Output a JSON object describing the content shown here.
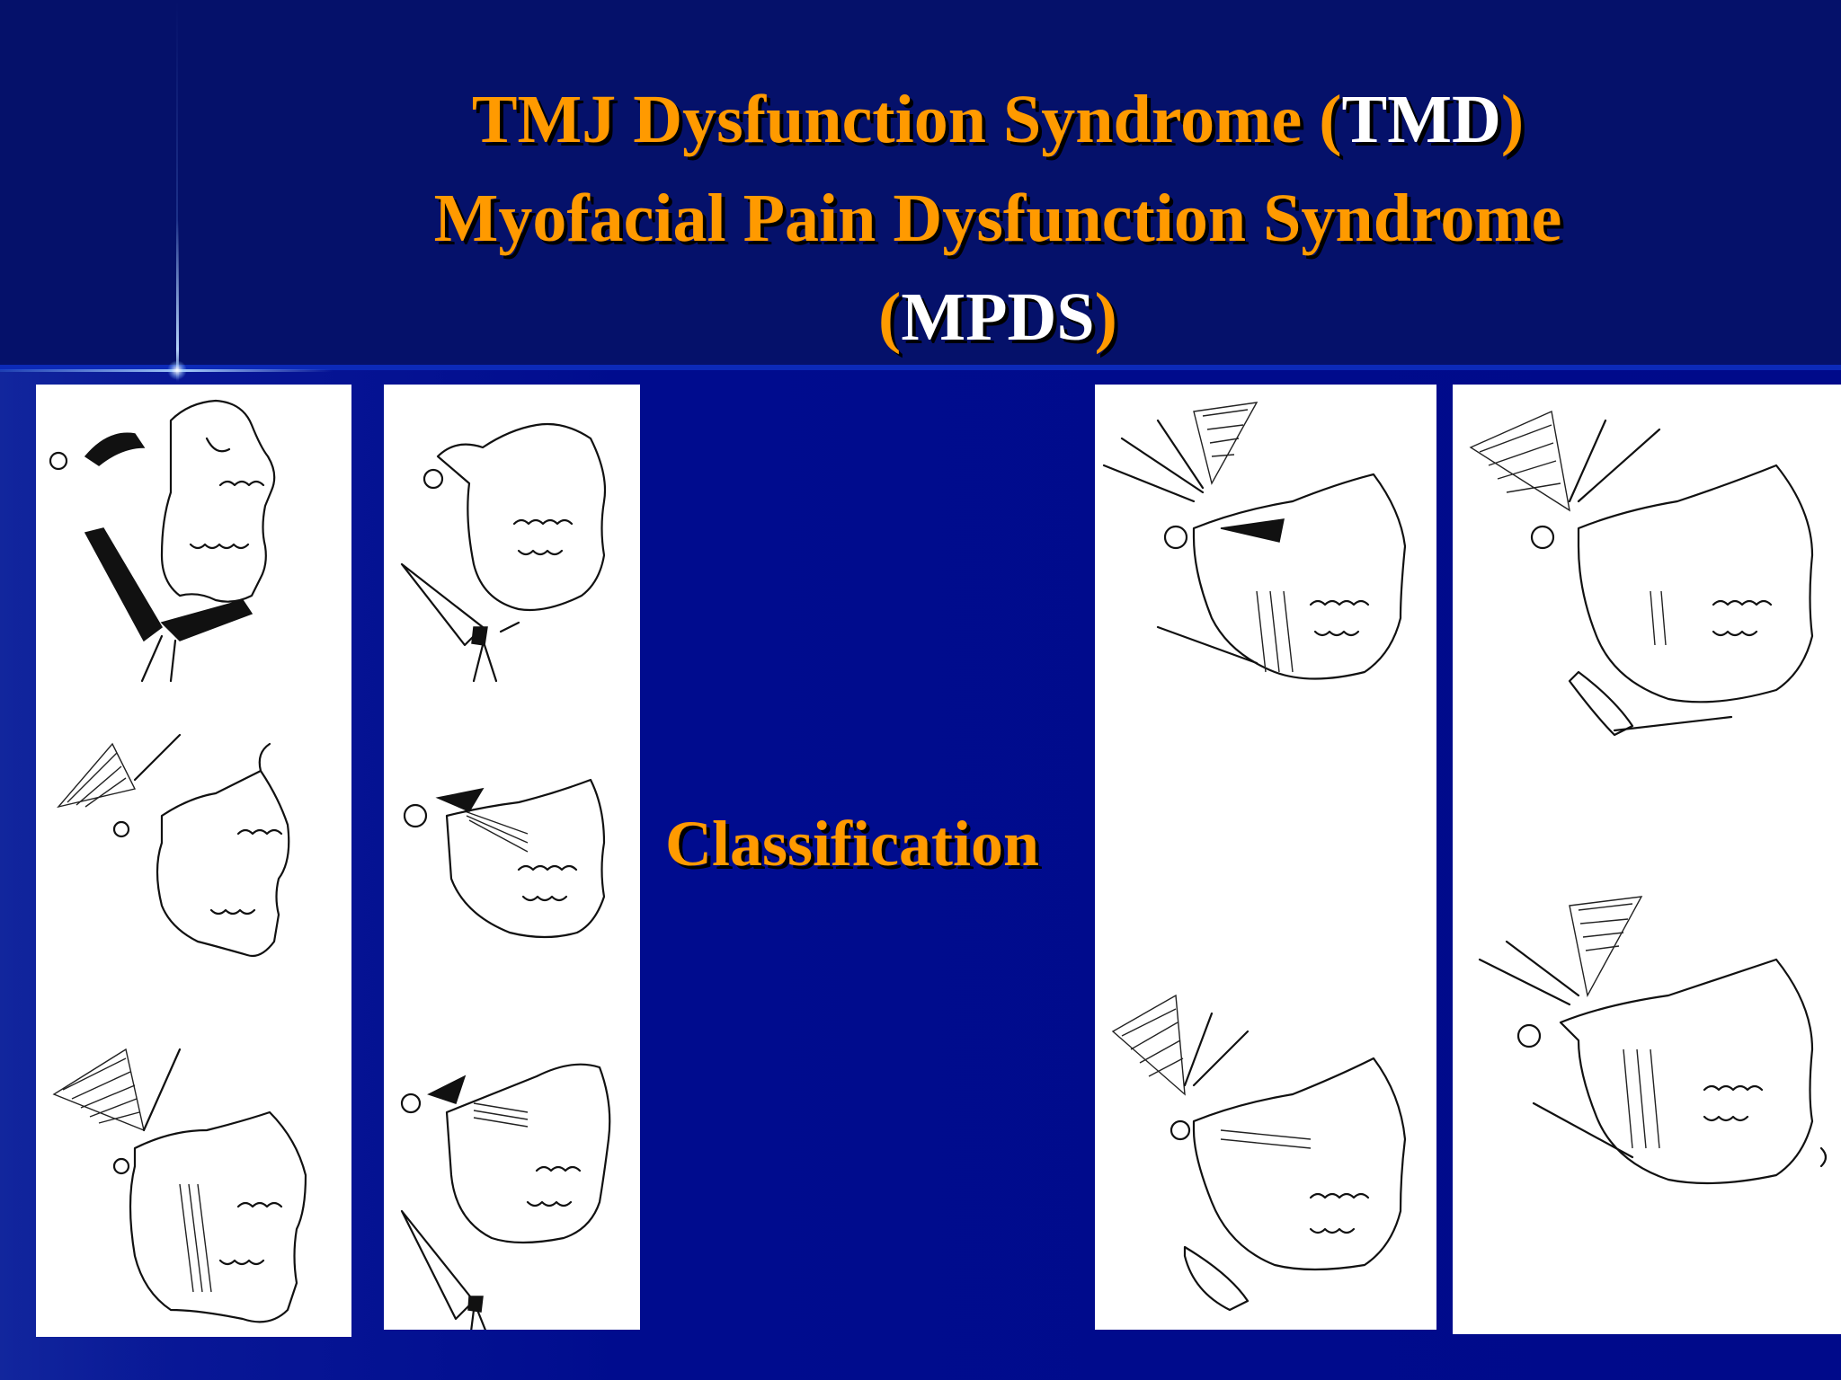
{
  "title": {
    "line1_prefix": "TMJ Dysfunction Syndrome (",
    "line1_acronym": "TMD",
    "line1_suffix": ")",
    "line2": "Myofacial Pain Dysfunction Syndrome",
    "line3_prefix": "(",
    "line3_acronym": "MPDS",
    "line3_suffix": ")"
  },
  "center_label": "Classification",
  "colors": {
    "title_orange": "#ff9a00",
    "acronym_white": "#ffffff",
    "background_blue": "#000a8c",
    "header_blue": "#05116a"
  },
  "figures": {
    "panel_1": [
      "jaw-muscle-sketch",
      "jaw-muscle-sketch",
      "jaw-muscle-sketch"
    ],
    "panel_2": [
      "jaw-muscle-sketch",
      "jaw-muscle-sketch",
      "jaw-muscle-sketch"
    ],
    "panel_3": [
      "jaw-muscle-sketch",
      "jaw-muscle-sketch"
    ],
    "panel_4": [
      "jaw-muscle-sketch",
      "jaw-muscle-sketch"
    ]
  }
}
